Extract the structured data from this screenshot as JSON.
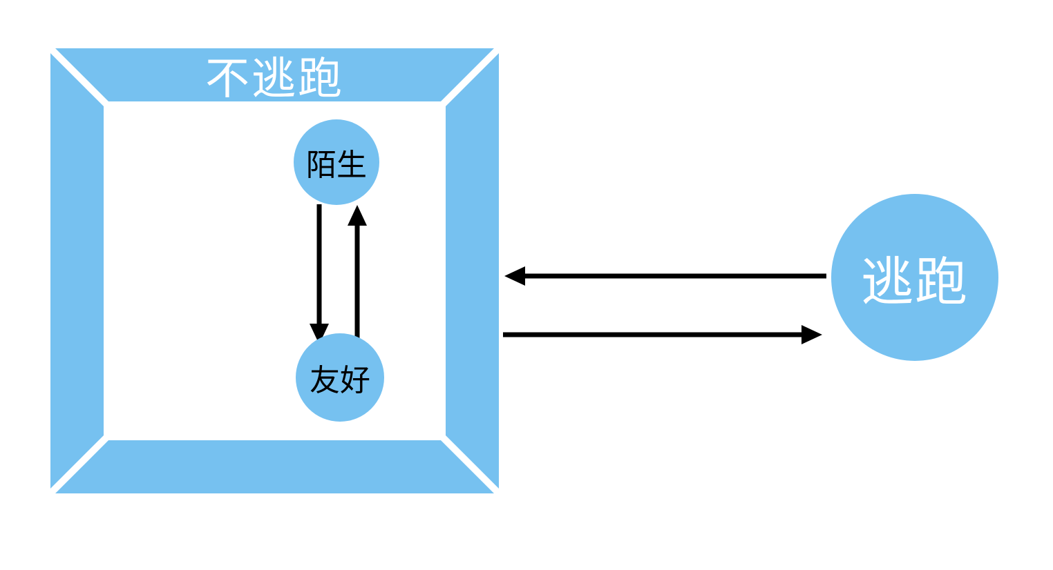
{
  "colors": {
    "accent_blue": "#76c1f0",
    "arrow_black": "#000000",
    "frame_text": "#ffffff",
    "node_text": "#000000",
    "frame_gap": "#ffffff",
    "background": "#ffffff"
  },
  "diagram": {
    "frame": {
      "label": "不逃跑"
    },
    "nodes": {
      "stranger": {
        "label": "陌生"
      },
      "friendly": {
        "label": "友好"
      },
      "flee": {
        "label": "逃跑"
      }
    },
    "edges": [
      {
        "from": "陌生",
        "to": "友好",
        "direction": "down"
      },
      {
        "from": "友好",
        "to": "陌生",
        "direction": "up"
      },
      {
        "from": "逃跑",
        "to": "不逃跑",
        "direction": "left"
      },
      {
        "from": "不逃跑",
        "to": "逃跑",
        "direction": "right"
      }
    ]
  }
}
